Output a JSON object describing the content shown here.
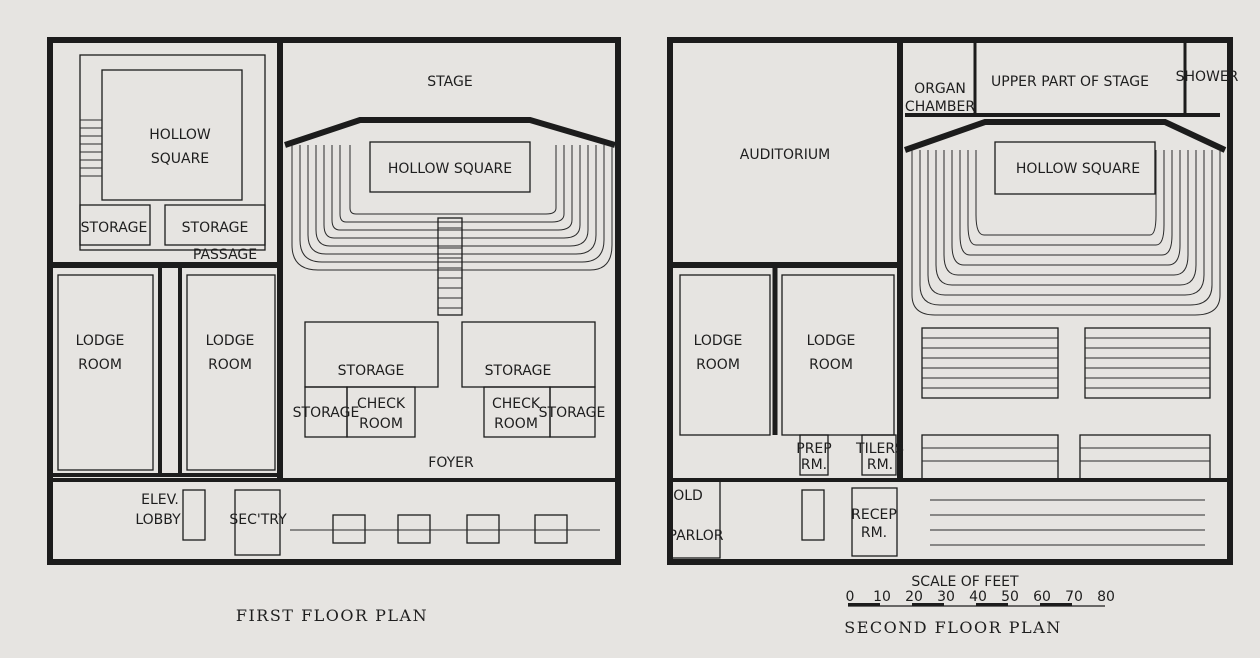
{
  "first_floor": {
    "caption": "FIRST FLOOR PLAN",
    "rooms": {
      "stage": "STAGE",
      "hollow_square_main": "HOLLOW SQUARE",
      "hollow_square_left_1": "HOLLOW",
      "hollow_square_left_2": "SQUARE",
      "storage_a": "STORAGE",
      "storage_b": "STORAGE",
      "passage": "PASSAGE",
      "lodge_a_1": "LODGE",
      "lodge_a_2": "ROOM",
      "lodge_b_1": "LODGE",
      "lodge_b_2": "ROOM",
      "storage_c": "STORAGE",
      "storage_d": "STORAGE",
      "storage_e": "STORAGE",
      "storage_f": "STORAGE",
      "check_a_1": "CHECK",
      "check_a_2": "ROOM",
      "check_b_1": "CHECK",
      "check_b_2": "ROOM",
      "foyer": "FOYER",
      "elev_1": "ELEV.",
      "elev_2": "LOBBY",
      "sectry": "SEC'TRY"
    }
  },
  "second_floor": {
    "caption": "SECOND FLOOR PLAN",
    "rooms": {
      "auditorium": "AUDITORIUM",
      "organ_1": "ORGAN",
      "organ_2": "CHAMBER",
      "upper_stage": "UPPER PART OF STAGE",
      "shower": "SHOWER",
      "hollow_square": "HOLLOW SQUARE",
      "lodge_a_1": "LODGE",
      "lodge_a_2": "ROOM",
      "lodge_b_1": "LODGE",
      "lodge_b_2": "ROOM",
      "prep_1": "PREP",
      "prep_2": "RM.",
      "tilers_1": "TILERS",
      "tilers_2": "RM.",
      "old_1": "OLD",
      "old_2": "PARLOR",
      "recep_1": "RECEP",
      "recep_2": "RM."
    }
  },
  "scale": {
    "title": "SCALE OF FEET",
    "ticks": [
      "0",
      "10",
      "20",
      "30",
      "40",
      "50",
      "60",
      "70",
      "80"
    ]
  }
}
